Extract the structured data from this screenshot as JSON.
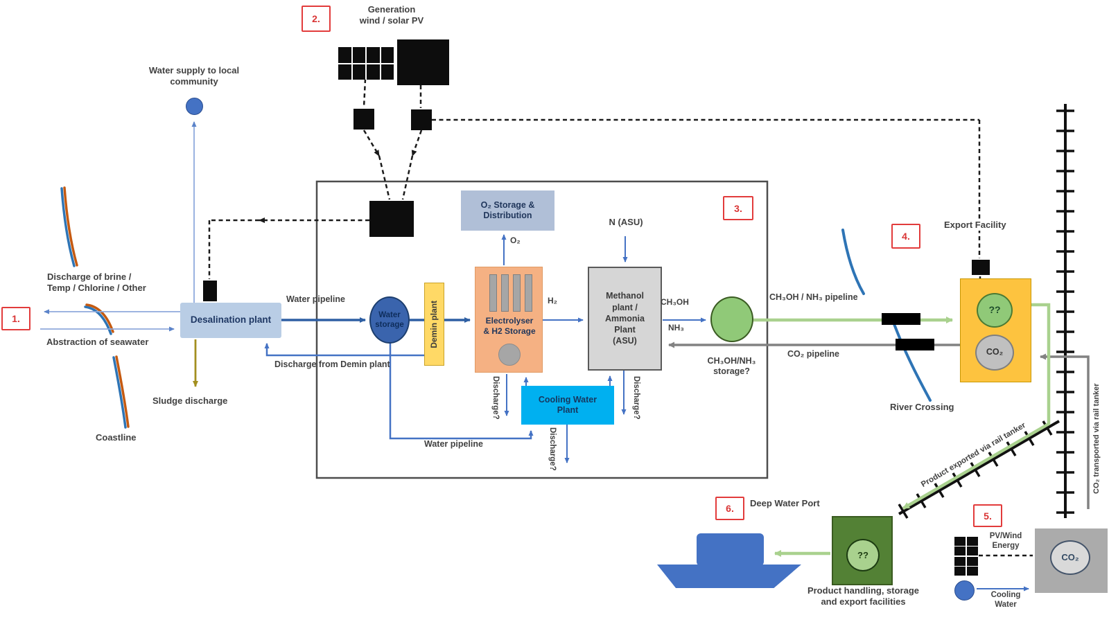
{
  "palette": {
    "blue": "#4472c4",
    "dark_blue": "#2e5fa3",
    "light_blue_box": "#b9cde5",
    "green_line": "#a9d18e",
    "green_fill": "#90c978",
    "dark_green": "#538135",
    "export_yellow": "#fdc33f",
    "demin_yellow": "#ffd966",
    "electrolyser_orange": "#f5b183",
    "cooling_cyan": "#00b0f0",
    "pipe_gray": "#828282",
    "badge_red": "#e23b3b",
    "sludge_olive": "#a38f1f"
  },
  "badges": {
    "one": "1.",
    "two": "2.",
    "three": "3.",
    "four": "4.",
    "five": "5.",
    "six": "6."
  },
  "generation": {
    "title": "Generation\nwind / solar PV"
  },
  "water": {
    "supply_label": "Water supply to local\ncommunity",
    "pipeline": "Water pipeline",
    "storage": "Water\nstorage"
  },
  "coast": {
    "brine": "Discharge of brine /\nTemp / Chlorine / Other",
    "abstraction": "Abstraction of seawater",
    "coastline": "Coastline",
    "sludge": "Sludge discharge",
    "desalination": "Desalination plant",
    "discharge_demin": "Discharge from Demin plant"
  },
  "plant": {
    "demin": "Demin plant",
    "electrolyser": "Electrolyser\n& H2 Storage",
    "o2_storage": "O₂ Storage &\nDistribution",
    "methanol": "Methanol\nplant /\nAmmonia\nPlant\n(ASU)",
    "cooling": "Cooling Water\nPlant",
    "discharge_q": "Discharge?",
    "n_asu": "N (ASU)",
    "o2": "O₂",
    "h2": "H₂"
  },
  "products": {
    "ch3oh": "CH₃OH",
    "nh3": "NH₃",
    "storage_q": "CH₃OH/NH₃\nstorage?",
    "pipeline_green": "CH₃OH / NH₃ pipeline",
    "pipeline_co2": "CO₂ pipeline"
  },
  "export": {
    "river": "River Crossing",
    "facility": "Export Facility",
    "qq": "??",
    "co2": "CO₂",
    "rail_product": "Product exported via rail tanker",
    "rail_co2": "CO₂ transported via rail tanker"
  },
  "port": {
    "name": "Deep Water Port",
    "handling": "Product handling, storage\nand export facilities"
  },
  "capture": {
    "pv_wind": "PV/Wind\nEnergy",
    "cooling": "Cooling\nWater"
  }
}
